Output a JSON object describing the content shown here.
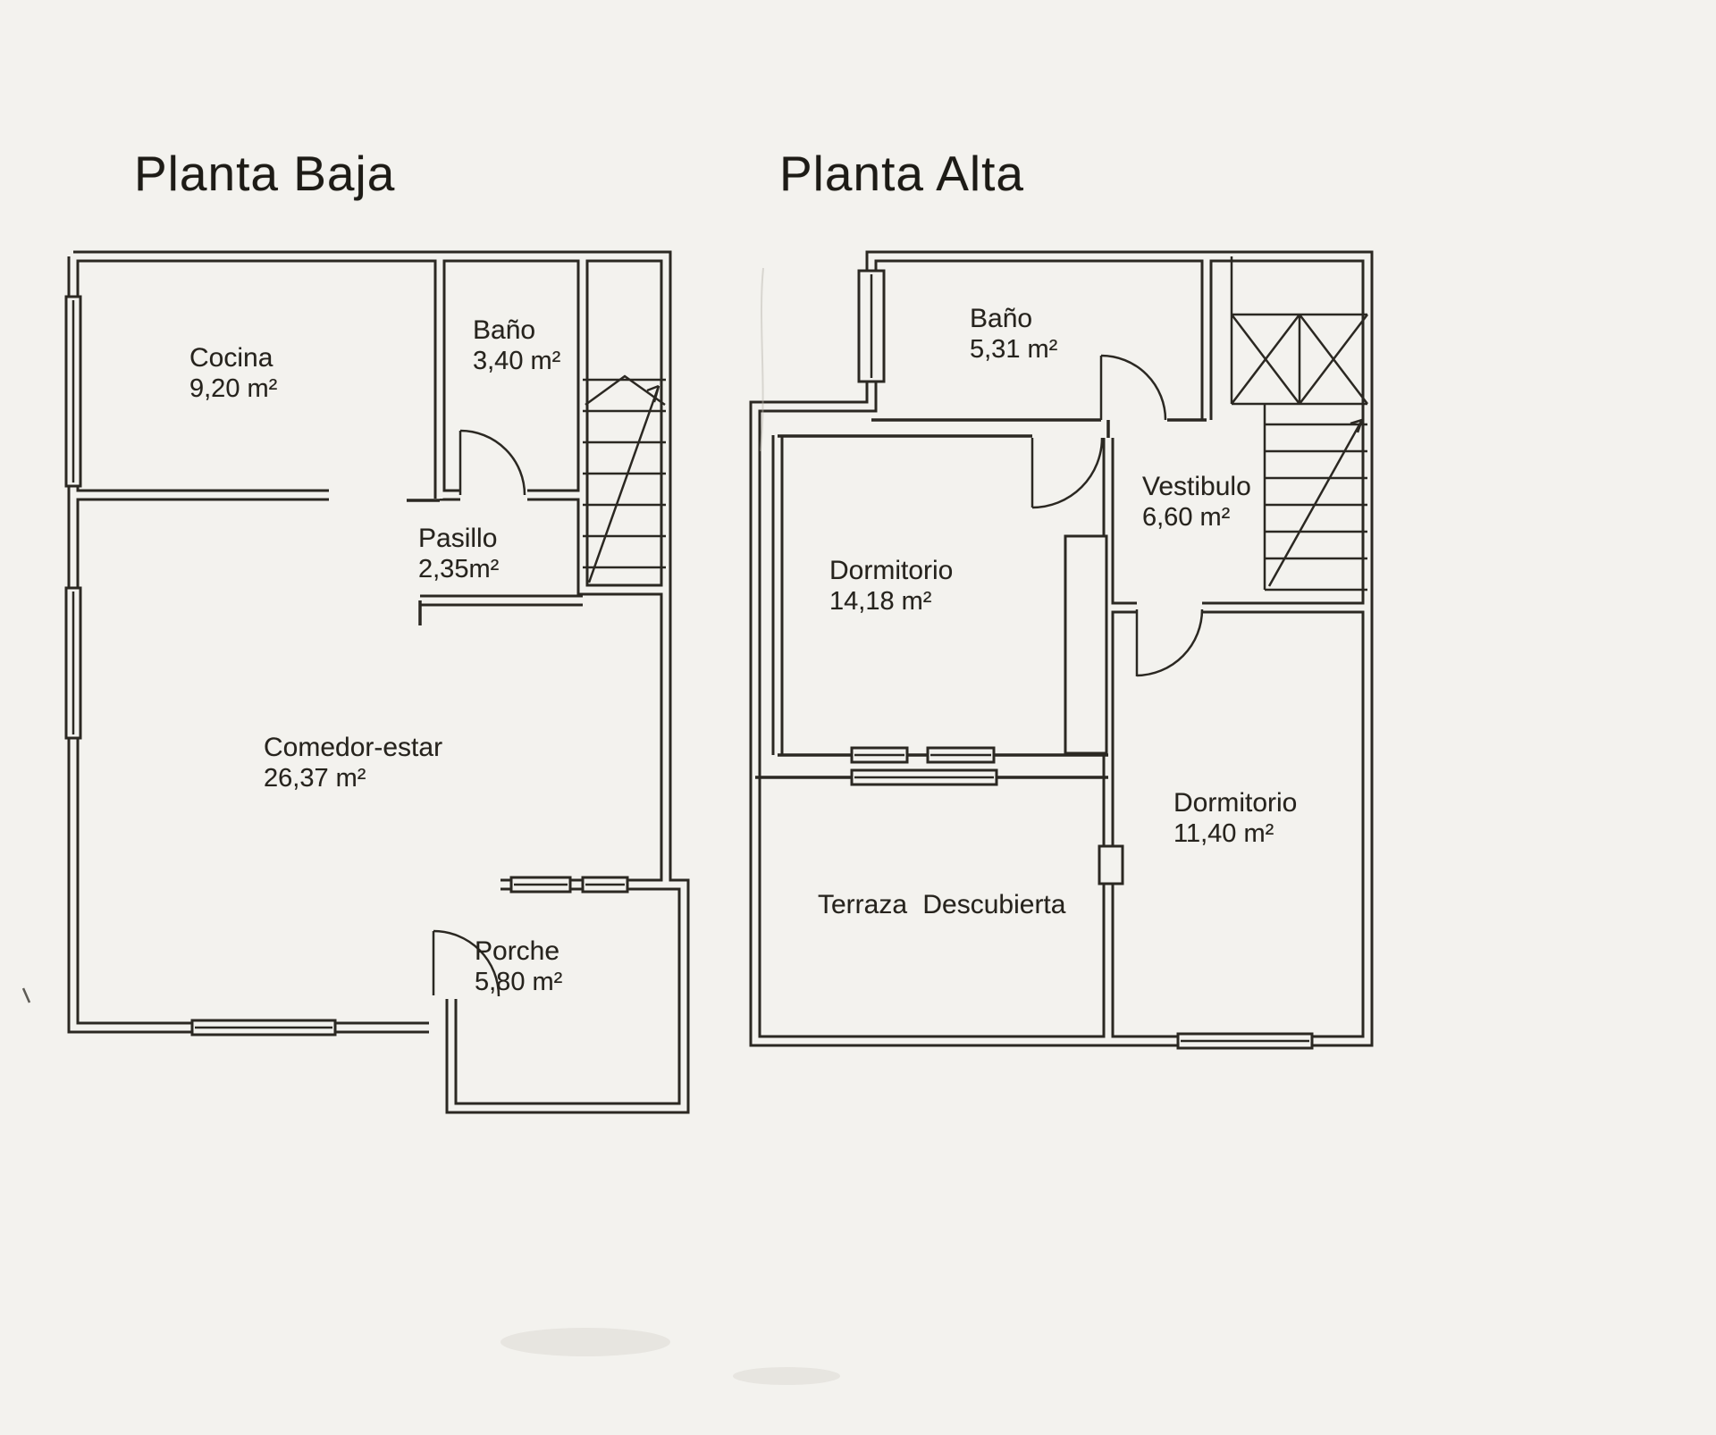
{
  "document": {
    "background": "#f3f2ee",
    "ink": "#2b2822"
  },
  "plans": [
    {
      "title": "Planta Baja",
      "rooms": [
        {
          "name": "Cocina",
          "area": "9,20 m²"
        },
        {
          "name": "Baño",
          "area": "3,40 m²"
        },
        {
          "name": "Pasillo",
          "area": "2,35m²"
        },
        {
          "name": "Comedor-estar",
          "area": "26,37 m²"
        },
        {
          "name": "Porche",
          "area": "5,80 m²"
        }
      ]
    },
    {
      "title": "Planta Alta",
      "rooms": [
        {
          "name": "Baño",
          "area": "5,31 m²"
        },
        {
          "name": "Vestibulo",
          "area": "6,60 m²"
        },
        {
          "name": "Dormitorio",
          "area": "14,18 m²"
        },
        {
          "name": "Dormitorio",
          "area": "11,40 m²"
        },
        {
          "name": "Terraza Descubierta",
          "area": ""
        }
      ]
    }
  ]
}
